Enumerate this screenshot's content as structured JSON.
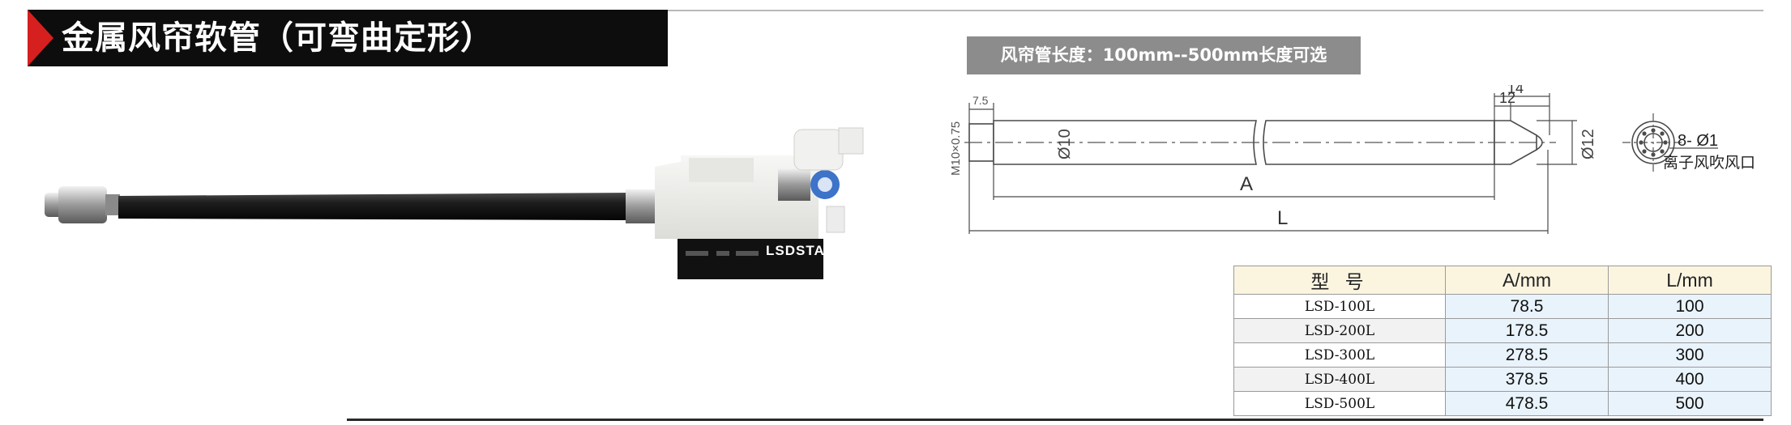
{
  "header": {
    "title": "金属风帘软管（可弯曲定形）"
  },
  "length_note": "风帘管长度：100mm--500mm长度可选",
  "product": {
    "brand_label": "LSDSTAR"
  },
  "drawing": {
    "thread_label": "M10×0.75",
    "dim_7_5": "7.5",
    "dim_phi10": "Ø10",
    "dim_14": "14",
    "dim_12": "12",
    "dim_phi12": "Ø12",
    "dim_A": "A",
    "dim_L": "L",
    "holes_label": "8- Ø1",
    "outlet_label": "离子风吹风口"
  },
  "table": {
    "headers": [
      "型 号",
      "A/mm",
      "L/mm"
    ],
    "rows": [
      {
        "model": "LSD-100L",
        "a": "78.5",
        "l": "100"
      },
      {
        "model": "LSD-200L",
        "a": "178.5",
        "l": "200"
      },
      {
        "model": "LSD-300L",
        "a": "278.5",
        "l": "300"
      },
      {
        "model": "LSD-400L",
        "a": "378.5",
        "l": "400"
      },
      {
        "model": "LSD-500L",
        "a": "478.5",
        "l": "500"
      }
    ]
  }
}
